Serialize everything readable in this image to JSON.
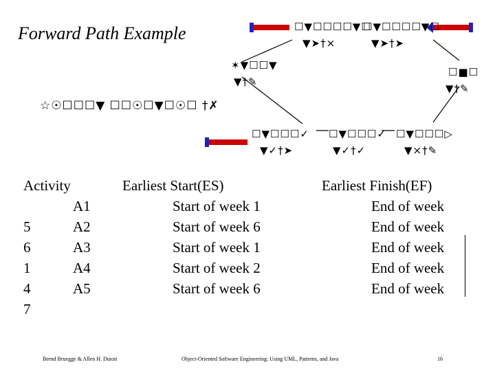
{
  "title": "Forward Path Example",
  "diagram": {
    "nodes": [
      {
        "line1": "☐▼☐☐☐☐▼☐",
        "line2": "▼➤†×"
      },
      {
        "line1": "☐▼☐☐☐☐▼☐",
        "line2": "▼➤†➤"
      },
      {
        "line1": "✶▼☐☐▼",
        "line2": "▼†✎"
      },
      {
        "line1": "☐■☐",
        "line2": "▼†✎"
      },
      {
        "line1": "☐▼☐☐☐✓",
        "line2": "▼✓†➤"
      },
      {
        "line1": "☐▼☐☐☐✓",
        "line2": "▼✓†✓"
      },
      {
        "line1": "☐▼☐☐☐▷",
        "line2": "▼×†✎"
      }
    ],
    "caption": "☆☉☐☐☐▼ ☐☐☉☐▼☐☉☐ †✗"
  },
  "table": {
    "headers": {
      "activity": "Activity",
      "es": "Earliest Start(ES)",
      "ef": "Earliest Finish(EF)"
    },
    "left_numbers": [
      "5",
      "6",
      "1",
      "4",
      "7"
    ],
    "activities": [
      "A1",
      "A2",
      "A3",
      "A4",
      "A5"
    ],
    "es": [
      "Start of week 1",
      "Start of week 6",
      "Start of week 1",
      "Start of week 2",
      "Start of week 6"
    ],
    "ef": [
      "End of week",
      "End of week",
      "End of week",
      "End of week",
      "End of week"
    ]
  },
  "footer": {
    "authors": "Bernd Bruegge & Allen H. Dutoit",
    "book": "Object-Oriented Software Engineering: Using UML, Patterns, and Java",
    "page": "16"
  },
  "colors": {
    "bar_red": "#cc0000",
    "bar_blue": "#2222bb",
    "line": "#000000"
  }
}
